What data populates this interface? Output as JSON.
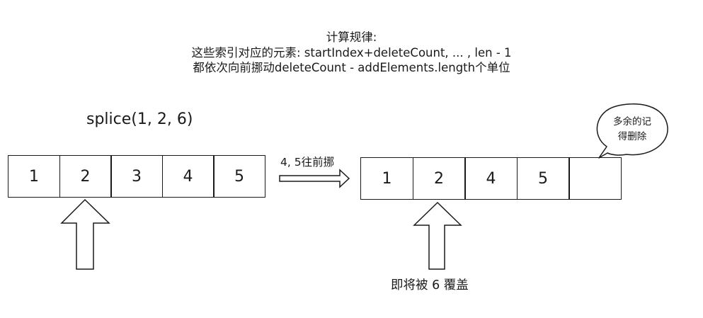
{
  "caption": {
    "line1": "计算规律:",
    "line2": "这些索引对应的元素: startIndex+deleteCount, ... , len - 1",
    "line3": "都依次向前挪动deleteCount - addElements.length个单位"
  },
  "call_label": "splice(1, 2, 6)",
  "left_array": [
    "1",
    "2",
    "3",
    "4",
    "5"
  ],
  "move_label": "4, 5往前挪",
  "right_array": [
    "1",
    "2",
    "4",
    "5",
    ""
  ],
  "bubble": {
    "line1": "多余的记",
    "line2": "得删除"
  },
  "cover_label": "即将被 6 覆盖"
}
